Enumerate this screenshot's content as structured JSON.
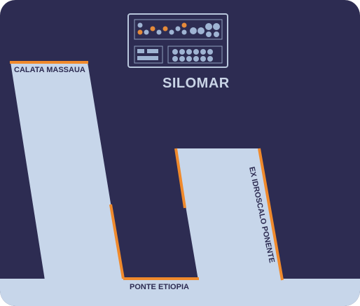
{
  "map": {
    "terminal_name": "SILOMAR",
    "labels": {
      "left_quay": "CALATA MASSAUA",
      "bottom_quay": "PONTE ETIOPIA",
      "right_quay": "EX IDROSCALO PONENTE"
    },
    "colors": {
      "water": "#2d2c52",
      "land": "#c7d6ea",
      "quay_edge": "#f08a2c",
      "logo_border": "#b8c6dc",
      "label_text": "#2d2c52",
      "title_text": "#c9d4e6"
    },
    "logo_icon": "silo-terminal-thumbnail-icon"
  }
}
